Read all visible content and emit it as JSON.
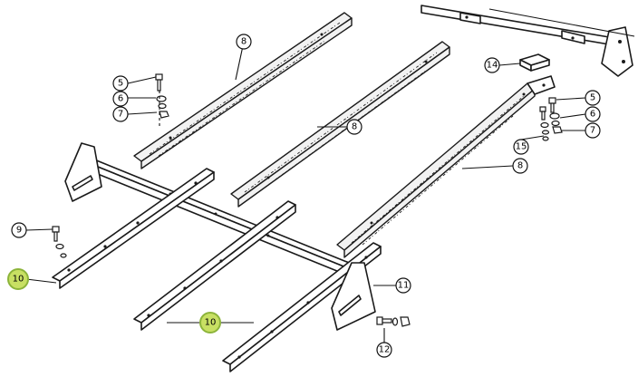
{
  "diagram": {
    "callouts": [
      {
        "id": "c8a",
        "label": "8",
        "highlight": false
      },
      {
        "id": "c5a",
        "label": "5",
        "highlight": false
      },
      {
        "id": "c6a",
        "label": "6",
        "highlight": false
      },
      {
        "id": "c7a",
        "label": "7",
        "highlight": false
      },
      {
        "id": "c8b",
        "label": "8",
        "highlight": false
      },
      {
        "id": "c14",
        "label": "14",
        "highlight": false
      },
      {
        "id": "c5b",
        "label": "5",
        "highlight": false
      },
      {
        "id": "c6b",
        "label": "6",
        "highlight": false
      },
      {
        "id": "c7b",
        "label": "7",
        "highlight": false
      },
      {
        "id": "c15",
        "label": "15",
        "highlight": false
      },
      {
        "id": "c8c",
        "label": "8",
        "highlight": false
      },
      {
        "id": "c9",
        "label": "9",
        "highlight": false
      },
      {
        "id": "c10a",
        "label": "10",
        "highlight": true
      },
      {
        "id": "c11",
        "label": "11",
        "highlight": false
      },
      {
        "id": "c10b",
        "label": "10",
        "highlight": true
      },
      {
        "id": "c12",
        "label": "12",
        "highlight": false
      }
    ],
    "colors": {
      "highlight": "#c8e063",
      "line": "#1a1a1a"
    }
  }
}
